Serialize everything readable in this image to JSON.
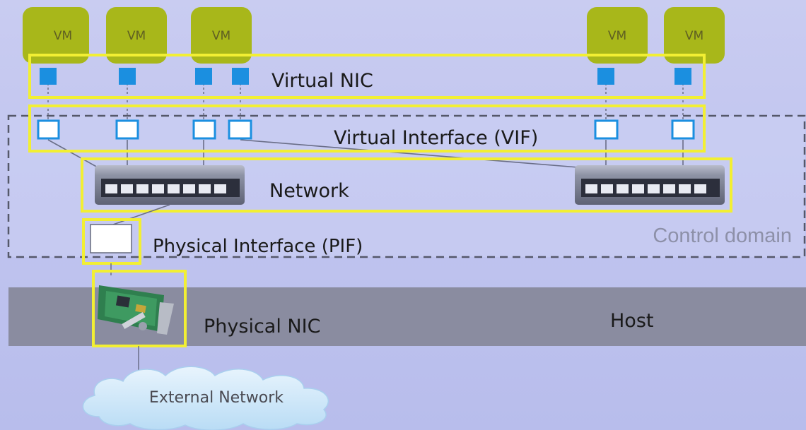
{
  "vm_label": "VM",
  "labels": {
    "virtual_nic": "Virtual NIC",
    "vif": "Virtual Interface (VIF)",
    "network": "Network",
    "pif": "Physical Interface (PIF)",
    "physical_nic": "Physical NIC",
    "control_domain": "Control domain",
    "host": "Host",
    "external_network": "External Network"
  },
  "colors": {
    "vm_fill": "#a8b71a",
    "highlight_box": "#f2ef33",
    "vnic": "#1b8fe0",
    "host_band": "#8a8ca0",
    "cloud": "#cfe6f8"
  },
  "icons": {
    "switch": "network-switch-icon",
    "nic_card": "network-card-icon",
    "cloud": "cloud-icon"
  }
}
